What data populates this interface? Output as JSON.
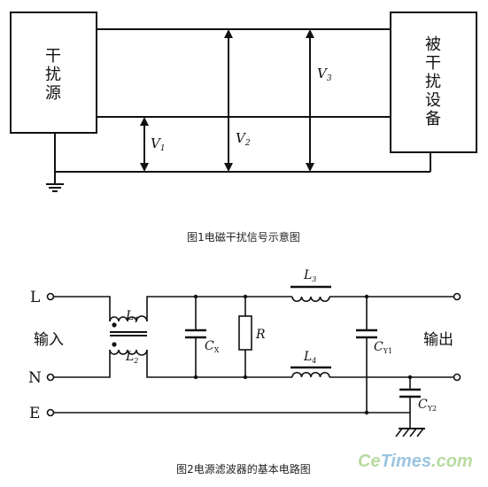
{
  "figure1": {
    "left_box": [
      "干",
      "扰",
      "源"
    ],
    "right_box": [
      "被",
      "干",
      "扰",
      "设",
      "备"
    ],
    "v1": {
      "main": "V",
      "sub": "1"
    },
    "v2": {
      "main": "V",
      "sub": "2"
    },
    "v3": {
      "main": "V",
      "sub": "3"
    },
    "caption": "图1电磁干扰信号示意图"
  },
  "figure2": {
    "terminal_L": "L",
    "terminal_N": "N",
    "terminal_E": "E",
    "input_label": "输入",
    "output_label": "输出",
    "L1": {
      "main": "L",
      "sub": "1"
    },
    "L2": {
      "main": "L",
      "sub": "2"
    },
    "L3": {
      "main": "L",
      "sub": "3"
    },
    "L4": {
      "main": "L",
      "sub": "4"
    },
    "Cx": {
      "main": "C",
      "sub": "X"
    },
    "R": "R",
    "Cy1": {
      "main": "C",
      "sub": "Y1"
    },
    "Cy2": {
      "main": "C",
      "sub": "Y2"
    },
    "caption": "图2电源滤波器的基本电路图"
  },
  "watermark": {
    "part1": "Ce",
    "part2": "Times",
    "part3": ".com"
  }
}
